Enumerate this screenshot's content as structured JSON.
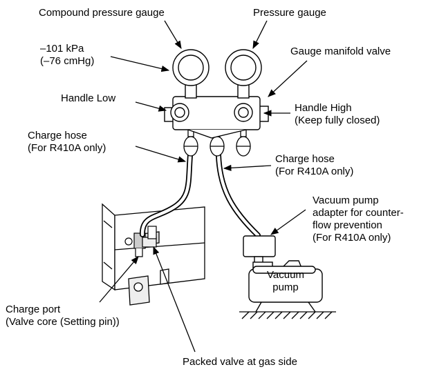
{
  "labels": {
    "compound_gauge": "Compound pressure gauge",
    "pressure_gauge": "Pressure gauge",
    "vacuum_reading": [
      "–101 kPa",
      "(–76 cmHg)"
    ],
    "gauge_manifold_valve": "Gauge manifold valve",
    "handle_low": "Handle Low",
    "handle_high": [
      "Handle High",
      "(Keep fully closed)"
    ],
    "charge_hose_left": [
      "Charge hose",
      "(For R410A only)"
    ],
    "charge_hose_right": [
      "Charge hose",
      "(For R410A only)"
    ],
    "vacuum_adapter": [
      "Vacuum pump",
      "adapter for counter-",
      "flow prevention",
      "(For R410A only)"
    ],
    "vacuum_pump": [
      "Vacuum",
      "pump"
    ],
    "charge_port": [
      "Charge port",
      "(Valve core (Setting pin))"
    ],
    "packed_valve": "Packed valve at gas side"
  }
}
